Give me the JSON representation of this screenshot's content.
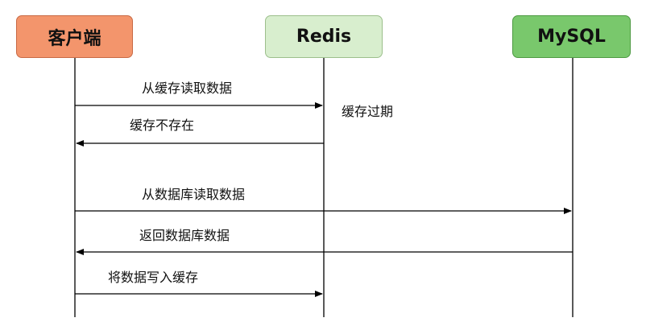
{
  "participants": {
    "client": "客户端",
    "redis": "Redis",
    "mysql": "MySQL"
  },
  "messages": [
    {
      "text": "从缓存读取数据",
      "from": "client",
      "to": "redis"
    },
    {
      "text": "缓存不存在",
      "from": "redis",
      "to": "client"
    },
    {
      "text": "从数据库读取数据",
      "from": "client",
      "to": "mysql"
    },
    {
      "text": "返回数据库数据",
      "from": "mysql",
      "to": "client"
    },
    {
      "text": "将数据写入缓存",
      "from": "client",
      "to": "redis"
    }
  ],
  "notes": {
    "redis_expired": "缓存过期"
  },
  "colors": {
    "client": "#f3956c",
    "redis": "#d8eece",
    "mysql": "#79c86c",
    "line": "#000000"
  }
}
